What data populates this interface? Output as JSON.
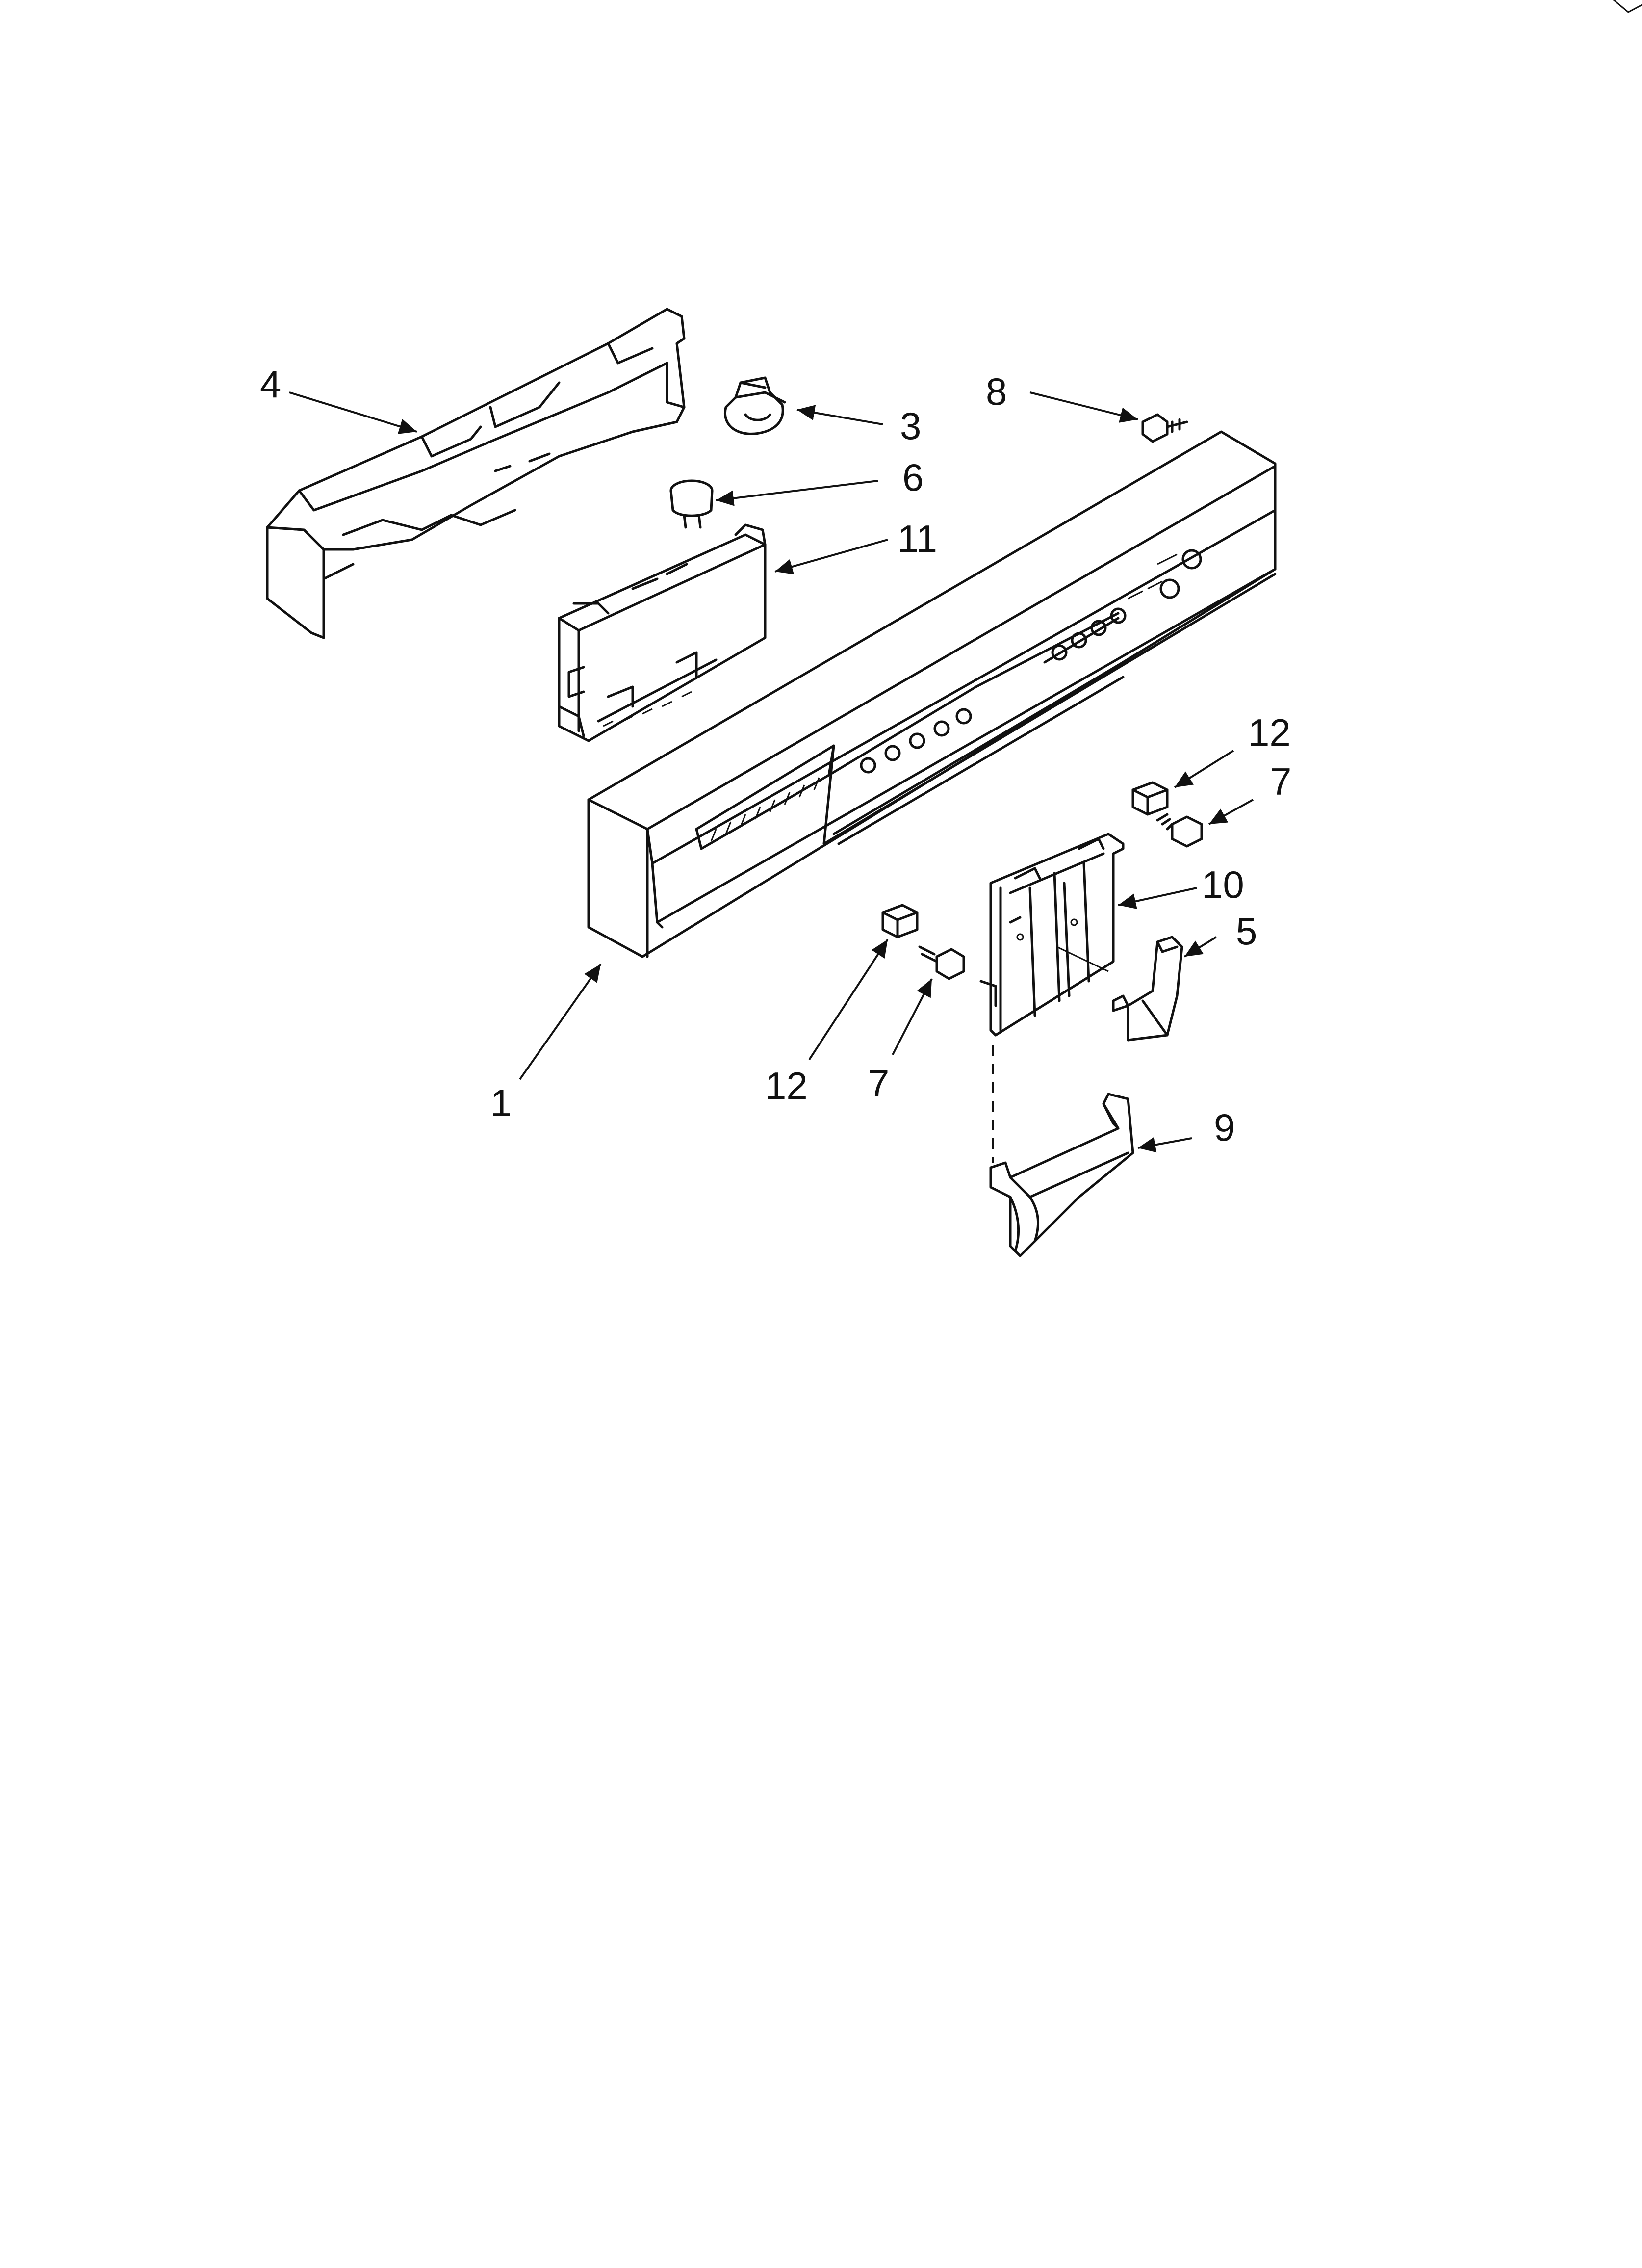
{
  "callouts": {
    "c1": "1",
    "c3": "3",
    "c4": "4",
    "c5": "5",
    "c6": "6",
    "c7a": "7",
    "c7b": "7",
    "c8": "8",
    "c9": "9",
    "c10": "10",
    "c11": "11",
    "c12a": "12",
    "c12b": "12"
  },
  "colors": {
    "line": "#111111",
    "background": "#ffffff"
  }
}
